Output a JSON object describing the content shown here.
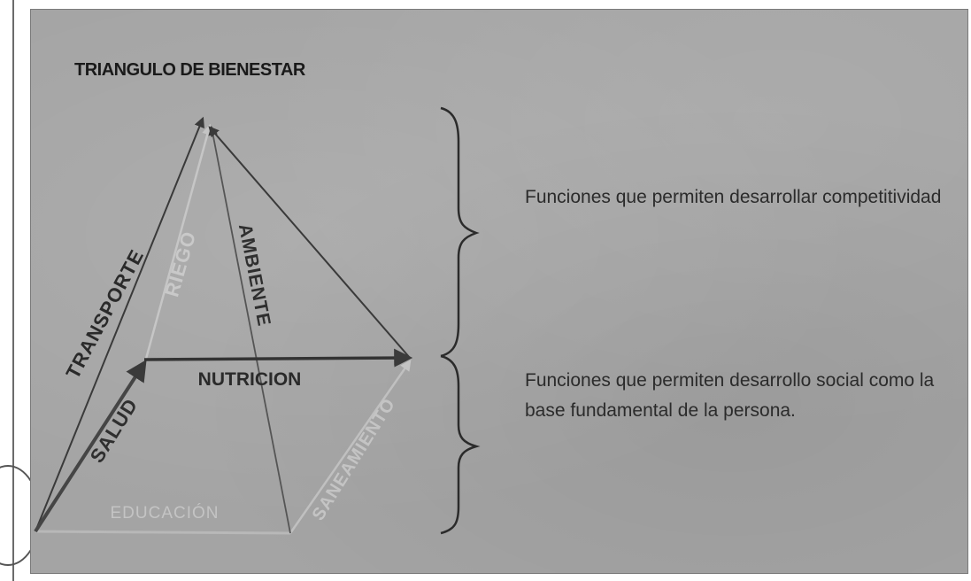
{
  "diagram": {
    "title": "TRIANGULO DE BIENESTAR",
    "labels": {
      "transporte": "TRANSPORTE",
      "riego": "RIEGO",
      "ambiente": "AMBIENTE",
      "nutricion": "NUTRICION",
      "salud": "SALUD",
      "saneamiento": "SANEAMIENTO",
      "educacion": "EDUCACIÓN"
    }
  },
  "descriptions": {
    "upper": "Funciones que permiten desarrollar competitividad",
    "lower": "Funciones que permiten desarrollo social como la base fundamental de la persona."
  },
  "colors": {
    "background": "#a4a4a4",
    "dark_arrow": "#3a3a3a",
    "light_label": "#c8c8c8",
    "dark_label": "#2a2a2a"
  }
}
